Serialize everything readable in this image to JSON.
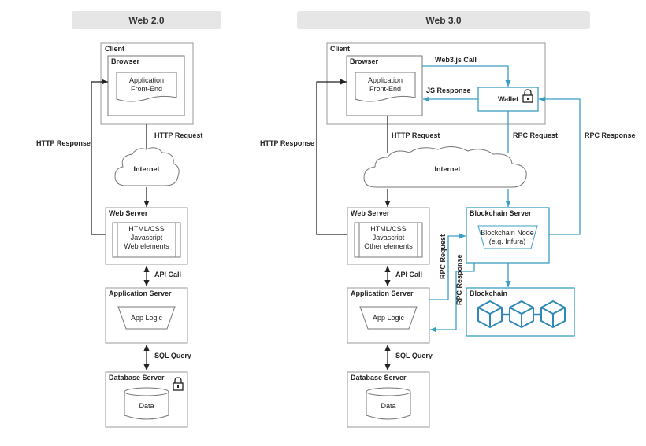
{
  "headers": {
    "left": "Web 2.0",
    "right": "Web 3.0"
  },
  "web2": {
    "client": "Client",
    "browser": "Browser",
    "app_front_end_line1": "Application",
    "app_front_end_line2": "Front-End",
    "http_request": "HTTP Request",
    "http_response": "HTTP Response",
    "internet": "Internet",
    "web_server": "Web Server",
    "web_content_line1": "HTML/CSS",
    "web_content_line2": "Javascript",
    "web_content_line3": "Web elements",
    "api_call": "API Call",
    "application_server": "Application Server",
    "app_logic": "App Logic",
    "sql_query": "SQL Query",
    "database_server": "Database Server",
    "data": "Data"
  },
  "web3": {
    "client": "Client",
    "browser": "Browser",
    "app_front_end_line1": "Application",
    "app_front_end_line2": "Front-End",
    "web3js_call": "Web3.js Call",
    "js_response": "JS Response",
    "wallet": "Wallet",
    "http_request": "HTTP Request",
    "http_response": "HTTP Response",
    "rpc_request": "RPC Request",
    "rpc_response": "RPC Response",
    "internet": "Internet",
    "web_server": "Web Server",
    "web_content_line1": "HTML/CSS",
    "web_content_line2": "Javascript",
    "web_content_line3": "Other elements",
    "blockchain_server": "Blockchain Server",
    "blockchain_node_line1": "Blockchain Node",
    "blockchain_node_line2": "(e.g. Infura)",
    "api_call": "API Call",
    "rpc_request_vertical": "RPC Request",
    "rpc_response_vertical": "RPC Response",
    "application_server": "Application Server",
    "app_logic": "App Logic",
    "blockchain": "Blockchain",
    "sql_query": "SQL Query",
    "database_server": "Database Server",
    "data": "Data"
  },
  "icons": [
    "lock-icon",
    "cloud-icon",
    "database-icon",
    "cube-icon"
  ],
  "colors": {
    "accent": "#3a9fc4",
    "header_bg": "#e6e6e6",
    "border": "#999999"
  }
}
